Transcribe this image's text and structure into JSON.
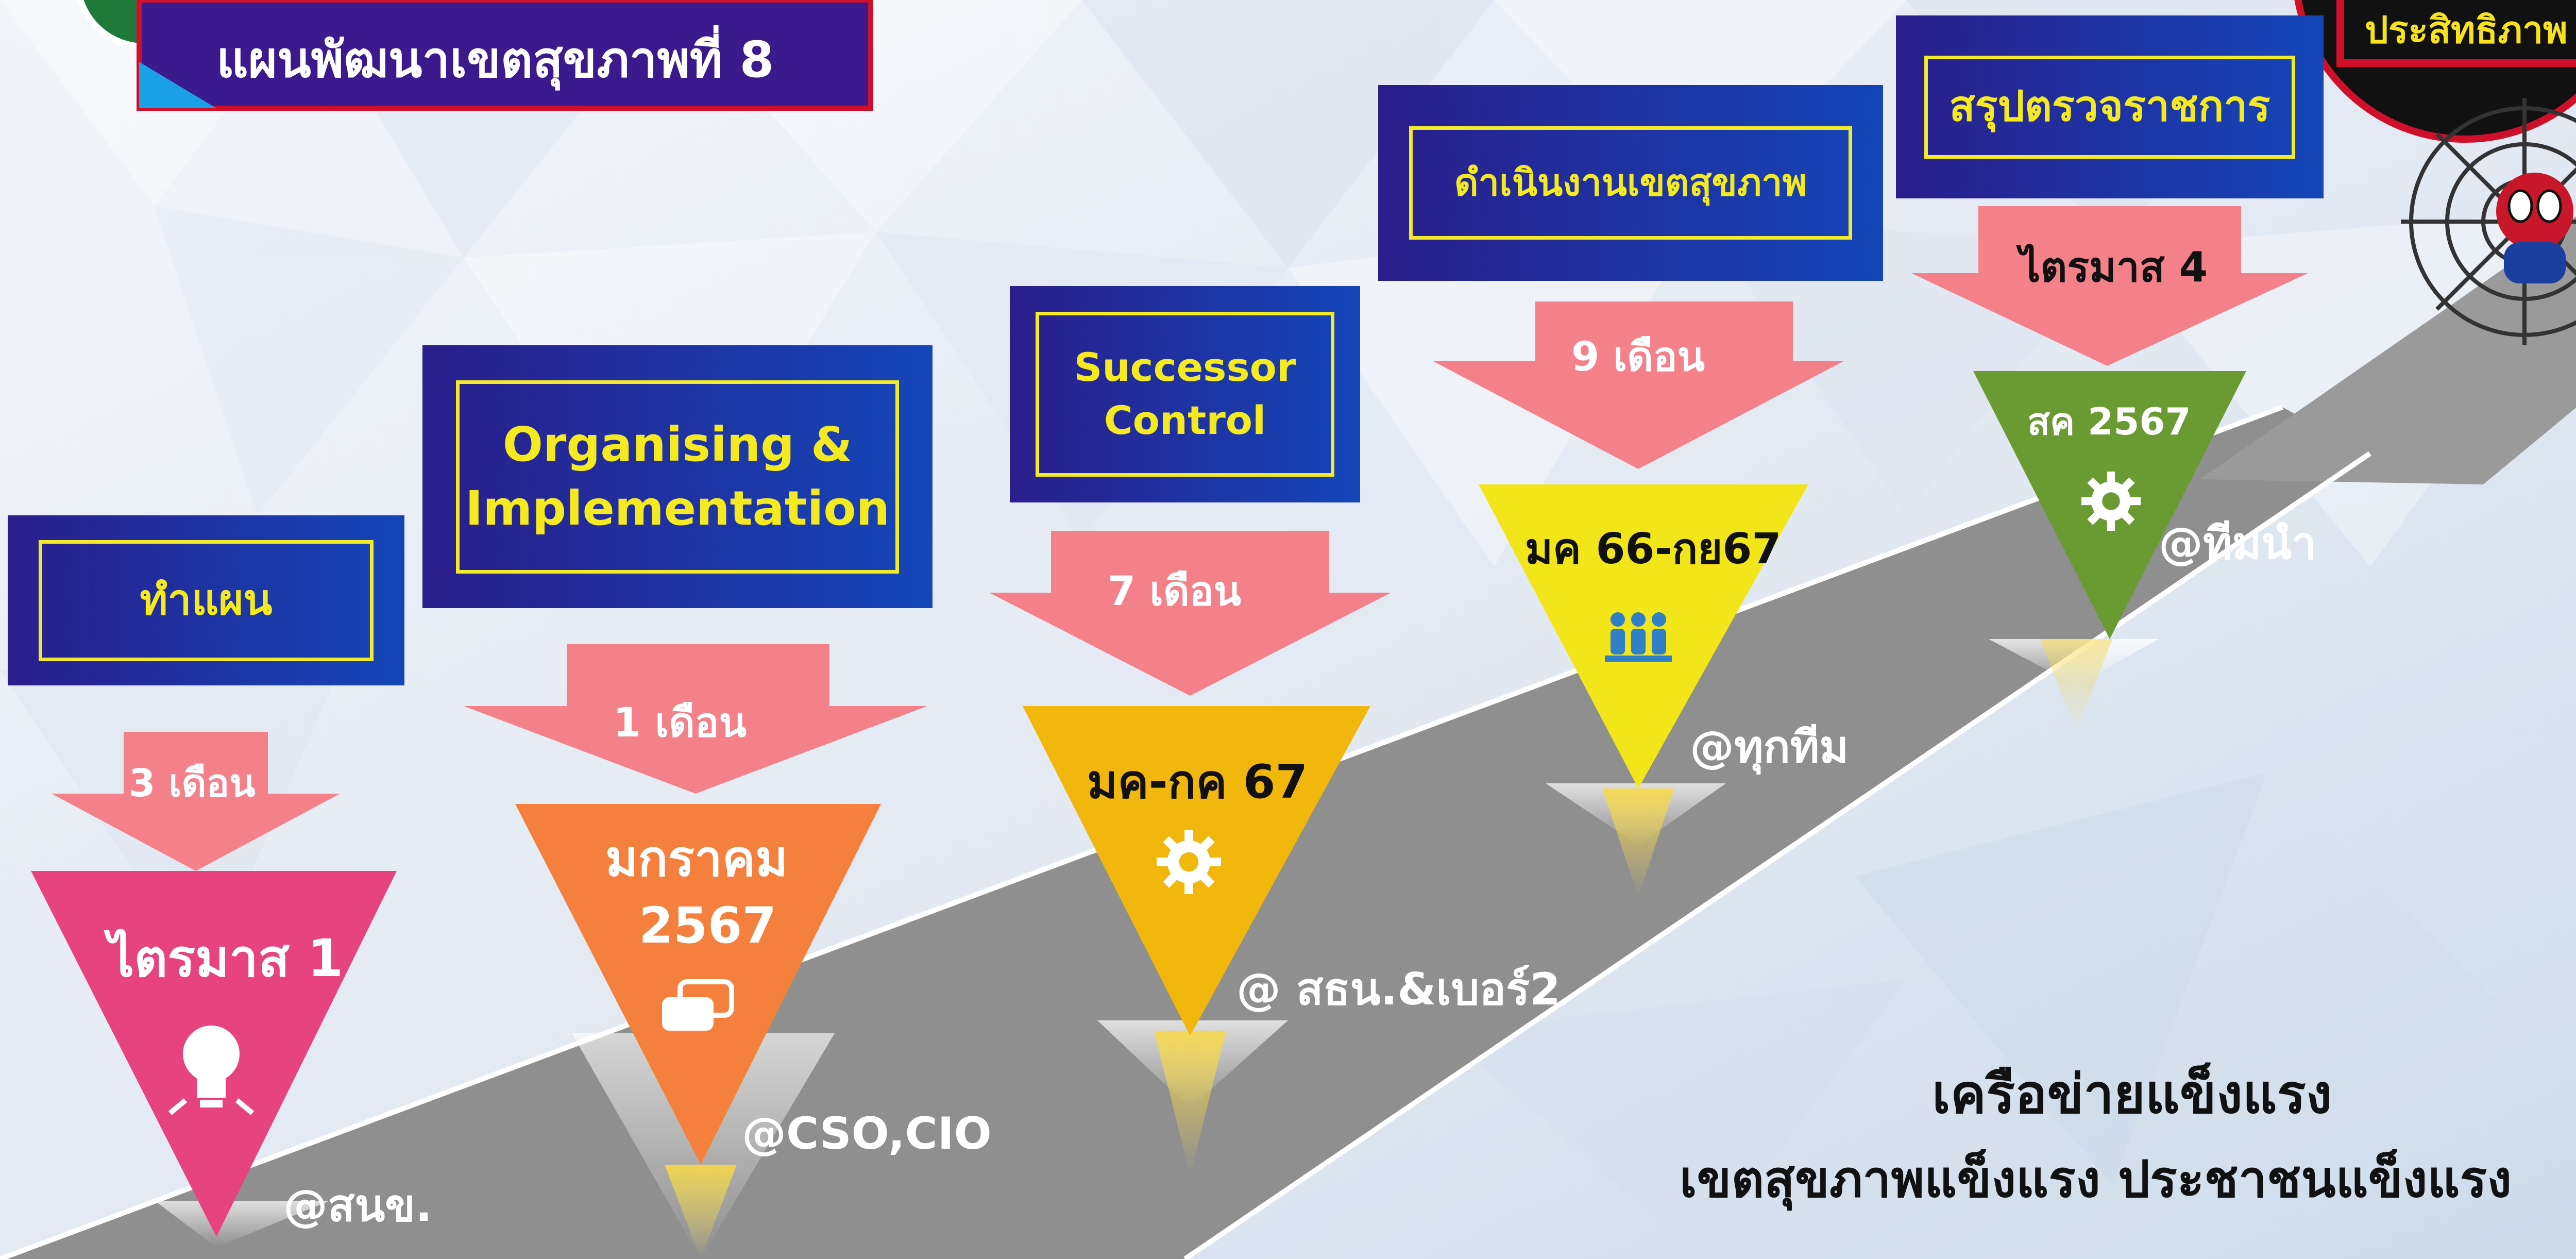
{
  "header": {
    "title": "แผนพัฒนาเขตสุขภาพที่ 8",
    "badge": "ประสิทธิภาพ"
  },
  "stages": [
    {
      "heading": "ทำแผน",
      "duration": "3 เดือน",
      "period_lines": [
        "ไตรมาส 1"
      ],
      "icon": "lightbulb-icon",
      "owner": "@สนข.",
      "color": "#e6437f"
    },
    {
      "heading_lines": [
        "Organising &",
        "Implementation"
      ],
      "duration": "1 เดือน",
      "period_lines": [
        "มกราคม",
        "2567"
      ],
      "icon": "chat-bubbles-icon",
      "owner": "@CSO,CIO",
      "color": "#f57f3c"
    },
    {
      "heading_lines": [
        "Successor",
        "Control"
      ],
      "duration": "7 เดือน",
      "period_lines": [
        "มค-กค 67"
      ],
      "icon": "gear-icon",
      "owner": "@ สธน.&เบอร์2",
      "color": "#f2b70d"
    },
    {
      "heading": "ดำเนินงานเขตสุขภาพ",
      "duration": "9 เดือน",
      "period_lines": [
        "มค 66-กย67"
      ],
      "icon": "team-icon",
      "owner": "@ทุกทีม",
      "color": "#f2e61a"
    },
    {
      "heading": "สรุปตรวจราชการ",
      "duration": "ไตรมาส 4",
      "period_lines": [
        "สค 2567"
      ],
      "icon": "gear-icon",
      "owner": "@ทีมนำ",
      "color": "#6a9a32"
    }
  ],
  "slogan": {
    "line1": "เครือข่ายแข็งแรง",
    "line2": "เขตสุขภาพแข็งแรง ประชาชนแข็งแรง"
  },
  "colors": {
    "label_bg": "#23249a",
    "label_border": "#f3ea2a",
    "arrow": "#f4808a",
    "road": "#8f8f8f",
    "header_bg": "#3a1a8c",
    "header_border": "#d0102a"
  }
}
